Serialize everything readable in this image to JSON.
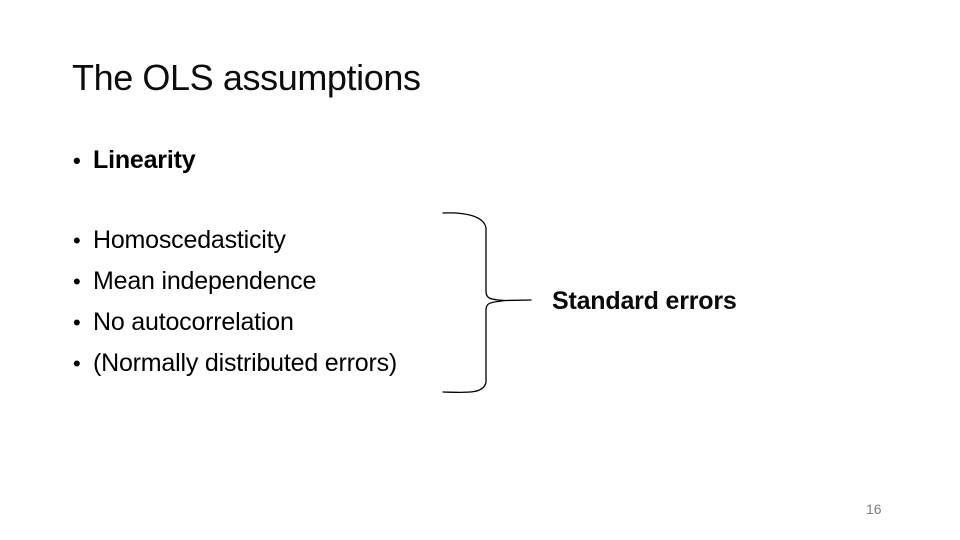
{
  "slide": {
    "title": "The OLS assumptions",
    "bullet_char": "•",
    "linearity_group": {
      "items": [
        "Linearity"
      ]
    },
    "assumptions_group": {
      "items": [
        "Homoscedasticity",
        "Mean independence",
        "No autocorrelation",
        "(Normally distributed errors)"
      ]
    },
    "callout": {
      "label": "Standard errors"
    },
    "page_number": "16",
    "icons": {
      "brace": "right-curly-brace"
    },
    "colors": {
      "background": "#ffffff",
      "text": "#000000",
      "callout_text": "#0a0a0a",
      "page_number": "#7e7e7e",
      "brace_stroke": "#000000"
    }
  }
}
